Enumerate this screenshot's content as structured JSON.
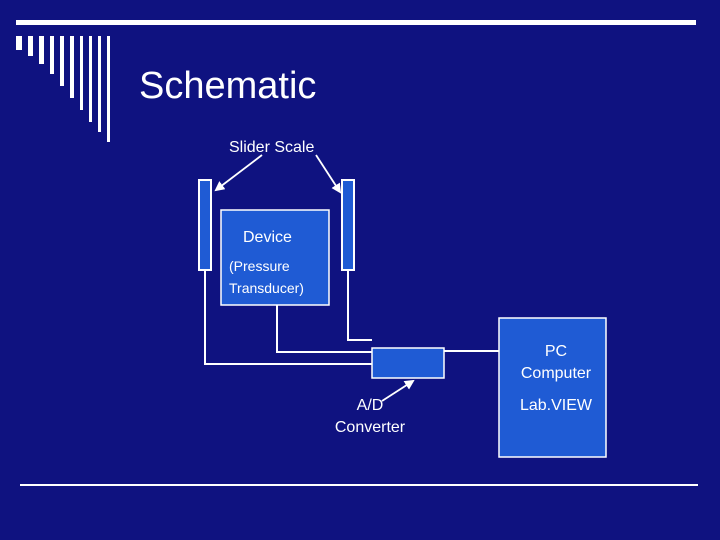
{
  "slide": {
    "title": "Schematic"
  },
  "labels": {
    "slider_scale": "Slider Scale",
    "device": "Device",
    "device_sub_line1": "(Pressure",
    "device_sub_line2": "Transducer)",
    "pc_line1": "PC",
    "pc_line2": "Computer",
    "labview": "Lab.VIEW",
    "ad_line1": "A/D",
    "ad_line2": "Converter"
  },
  "colors": {
    "background": "#0f1280",
    "box_fill": "#1f5bd4",
    "line": "#ffffff"
  }
}
